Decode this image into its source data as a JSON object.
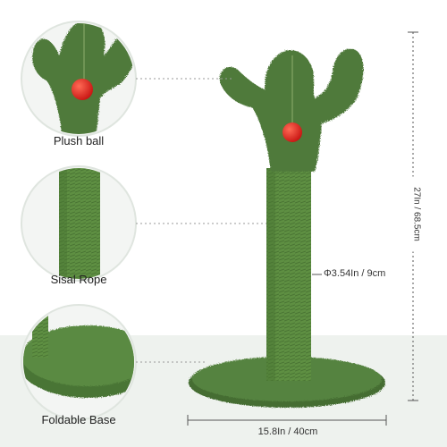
{
  "callouts": {
    "plush_ball": "Plush ball",
    "sisal_rope": "Sisal Rope",
    "foldable_base": "Foldable Base"
  },
  "dimensions": {
    "height": "27In / 68.5cm",
    "diameter": "Φ3.54In / 9cm",
    "width": "15.8In / 40cm"
  },
  "colors": {
    "cactus_green": "#4f7a3a",
    "sisal_green": "#5e8f42",
    "ball_red": "#e0201d",
    "floor": "#eef2ee"
  }
}
